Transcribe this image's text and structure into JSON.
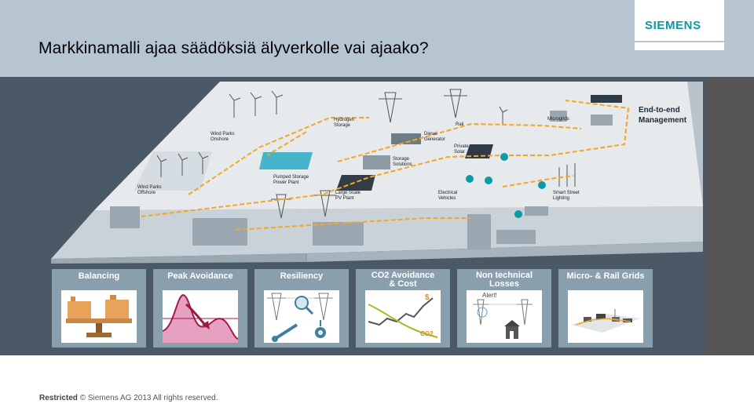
{
  "header": {
    "title": "Markkinamalli ajaa säädöksiä älyverkolle vai ajaako?",
    "logo": "SIEMENS"
  },
  "diagram": {
    "labels": {
      "hydrogen": [
        "Hydrogen",
        "Storage"
      ],
      "rail": "Rail",
      "microgrids": "Microgrids",
      "end_to_end": [
        "End-to-end",
        "Management"
      ],
      "wind_onshore": [
        "Wind Parks",
        "Onshore"
      ],
      "diesel": [
        "Diesel",
        "Generator"
      ],
      "private_solar": [
        "Private",
        "Solar"
      ],
      "storage_solutions": [
        "Storage",
        "Solutions"
      ],
      "wind_offshore": [
        "Wind Parks",
        "Offshore"
      ],
      "pumped_storage": [
        "Pumped Storage",
        "Power Plant"
      ],
      "large_pv": [
        "Large Scale",
        "PV Plant"
      ],
      "ev": [
        "Electrical",
        "Vehicles"
      ],
      "street_lighting": [
        "Smart Street",
        "Lighting"
      ]
    },
    "colors": {
      "flow": "#f5a623",
      "platform": "#e8ecef",
      "accent": "#0a9aa8"
    }
  },
  "cards": [
    {
      "title": "Balancing"
    },
    {
      "title": "Peak Avoidance"
    },
    {
      "title": "Resiliency"
    },
    {
      "title": "CO2 Avoidance",
      "title_sub": "2",
      "title_line2": "& Cost",
      "dollar": "$",
      "co2": "CO2"
    },
    {
      "title": "Non technical",
      "title_line2": "Losses",
      "alert": "Alert!"
    },
    {
      "title": "Micro- & Rail Grids"
    }
  ],
  "footer": {
    "restricted": "Restricted",
    "text": "© Siemens AG 2013 All rights reserved."
  }
}
